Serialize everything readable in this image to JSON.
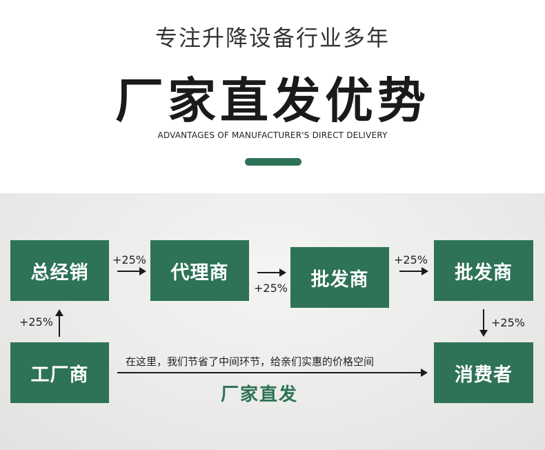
{
  "header": {
    "subtitle": "专注升降设备行业多年",
    "title": "厂家直发优势",
    "english": "ADVANTAGES OF MANUFACTURER'S DIRECT DELIVERY"
  },
  "flow": {
    "nodes": {
      "general_distributor": "总经销",
      "agent": "代理商",
      "wholesaler_1": "批发商",
      "wholesaler_2": "批发商",
      "factory": "工厂商",
      "consumer": "消费者"
    },
    "markups": {
      "factory_to_general": "+25%",
      "general_to_agent": "+25%",
      "agent_to_wholesaler": "+25%",
      "wholesaler_to_wholesaler": "+25%",
      "wholesaler_to_consumer": "+25%"
    },
    "direct_note": "在这里，我们节省了中间环节，给亲们实惠的价格空间",
    "direct_label": "厂家直发"
  },
  "colors": {
    "accent": "#2e7257",
    "text": "#222222"
  }
}
